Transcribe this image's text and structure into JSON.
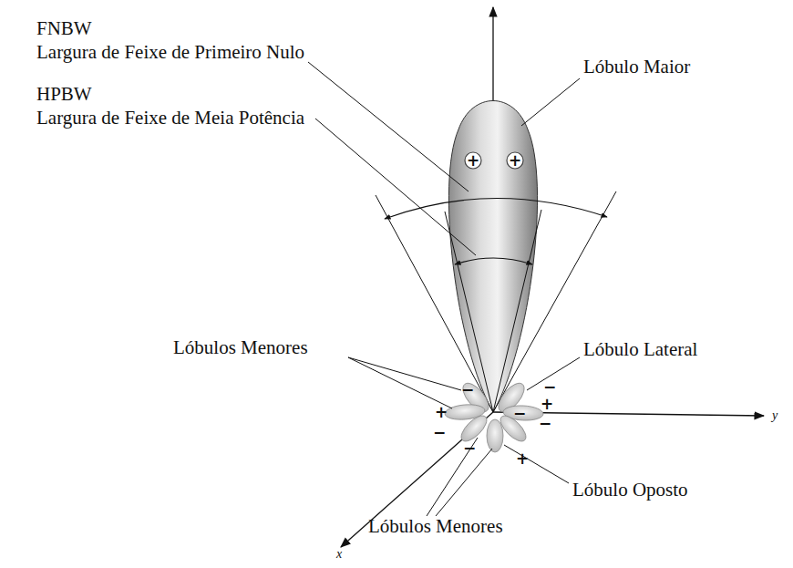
{
  "diagram": {
    "labels": [
      "FNBW",
      "Largura de Feixe de Primeiro Nulo",
      "Lóbulo Maior",
      "HPBW",
      "Largura de Feixe de Meia Potência",
      "+",
      "+",
      "Lóbulos Menores",
      "Lóbulo Lateral",
      "−",
      "−",
      "+",
      "+",
      "−",
      "−",
      "−",
      "−",
      "y",
      "+",
      "Lóbulo Oposto",
      "Lóbulos Menores",
      "x"
    ]
  }
}
